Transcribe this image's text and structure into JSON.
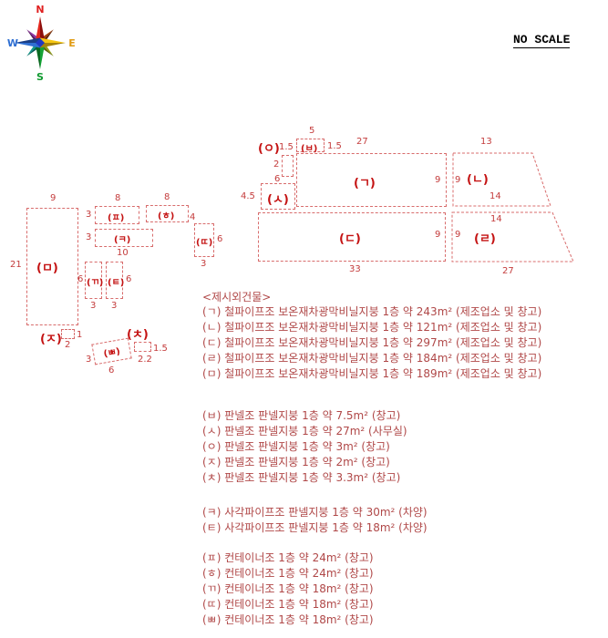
{
  "header": {
    "no_scale": "NO SCALE"
  },
  "compass": {
    "n": "N",
    "e": "E",
    "s": "S",
    "w": "W"
  },
  "colors": {
    "dashed_line": "#d86c6c",
    "building_label": "#c41212",
    "dimension": "#c43c3c",
    "legend_text": "#b04848"
  },
  "plan": {
    "labels": {
      "g": "(ㄱ)",
      "n": "(ㄴ)",
      "d": "(ㄷ)",
      "r": "(ㄹ)",
      "m": "(ㅁ)",
      "b": "(ㅂ)",
      "s": "(ㅅ)",
      "o": "(ㅇ)",
      "j": "(ㅈ)",
      "ch": "(ㅊ)",
      "k": "(ㅋ)",
      "t": "(ㅌ)",
      "p": "(ㅍ)",
      "h": "(ㅎ)",
      "gg": "(ㄲ)",
      "dd": "(ㄸ)",
      "bb": "(ㅃ)"
    },
    "dims": {
      "g_top": "27",
      "g_right": "9",
      "n_left": "9",
      "n_top": "13",
      "n_bottom": "14",
      "d_right": "9",
      "d_bottom": "33",
      "r_left": "9",
      "r_top": "14",
      "r_bottom": "27",
      "b_top": "5",
      "b_right": "1.5",
      "o_right": "1.5",
      "o_left": "2",
      "s_top": "6",
      "s_left": "4.5",
      "m_top": "9",
      "m_left": "21",
      "p_top": "8",
      "p_left": "3",
      "h_top": "8",
      "h_right": "4",
      "k_left": "3",
      "k_bottom": "10",
      "dd_right": "6",
      "dd_bottom": "3",
      "gg_left": "6",
      "gg_bottom": "3",
      "t_right": "6",
      "t_bottom": "3",
      "j_right": "1",
      "j_bottom": "2",
      "ch_right": "1.5",
      "ch_bottom": "2.2",
      "bb_left": "3",
      "bb_bottom": "6"
    }
  },
  "legend": {
    "title": "<제시외건물>",
    "groups": [
      {
        "lines": [
          "(ㄱ) 철파이프조 보온재차광막비닐지붕 1층 약 243m² (제조업소 및 창고)",
          "(ㄴ) 철파이프조 보온재차광막비닐지붕 1층 약 121m² (제조업소 및 창고)",
          "(ㄷ) 철파이프조 보온재차광막비닐지붕 1층 약 297m² (제조업소 및 창고)",
          "(ㄹ) 철파이프조 보온재차광막비닐지붕 1층 약 184m² (제조업소 및 창고)",
          "(ㅁ) 철파이프조 보온재차광막비닐지붕 1층 약 189m² (제조업소 및 창고)"
        ]
      },
      {
        "lines": [
          "(ㅂ) 판넬조 판넬지붕 1층 약 7.5m² (창고)",
          "(ㅅ) 판넬조 판넬지붕 1층 약 27m² (사무실)",
          "(ㅇ) 판넬조 판넬지붕 1층 약 3m² (창고)",
          "(ㅈ) 판넬조 판넬지붕 1층 약 2m² (창고)",
          "(ㅊ) 판넬조 판넬지붕 1층 약 3.3m² (창고)"
        ]
      },
      {
        "lines": [
          "(ㅋ) 사각파이프조 판넬지붕 1층 약 30m² (차양)",
          "(ㅌ) 사각파이프조 판넬지붕 1층 약 18m² (차양)"
        ]
      },
      {
        "lines": [
          "(ㅍ) 컨테이너조 1층 약 24m² (창고)",
          "(ㅎ) 컨테이너조 1층 약 24m² (창고)",
          "(ㄲ) 컨테이너조 1층 약 18m² (창고)",
          "(ㄸ) 컨테이너조 1층 약 18m² (창고)",
          "(ㅃ) 컨테이너조 1층 약 18m² (창고)"
        ]
      }
    ]
  }
}
